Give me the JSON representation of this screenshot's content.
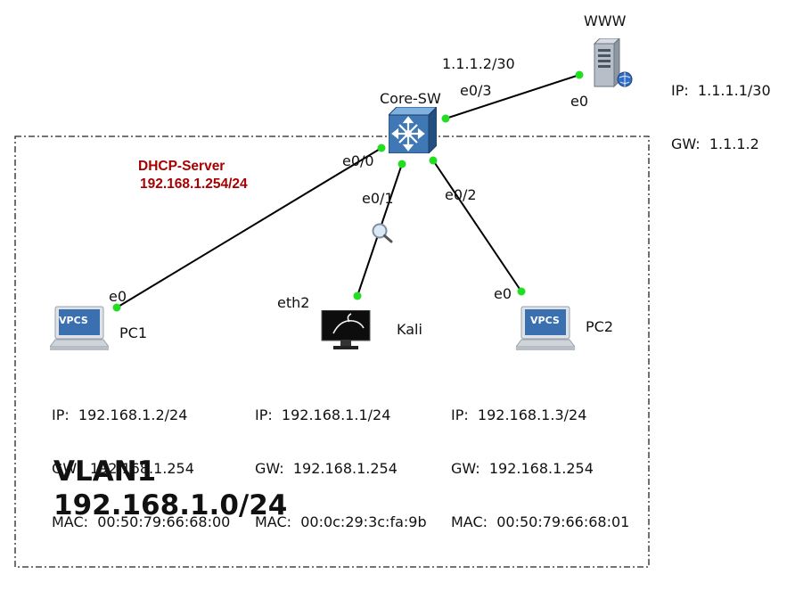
{
  "vlan": {
    "name": "VLAN1",
    "subnet": "192.168.1.0/24"
  },
  "dhcp": {
    "title": "DHCP-Server",
    "address": "192.168.1.254/24"
  },
  "core_switch": {
    "label": "Core-SW",
    "ports": {
      "e0_0": "e0/0",
      "e0_1": "e0/1",
      "e0_2": "e0/2",
      "e0_3": "e0/3"
    },
    "uplink_ip": "1.1.1.2/30"
  },
  "www": {
    "label": "WWW",
    "port": "e0",
    "ip": "IP:  1.1.1.1/30",
    "gw": "GW:  1.1.1.2"
  },
  "pc1": {
    "label": "PC1",
    "port": "e0",
    "badge": "VPCS",
    "ip": "IP:  192.168.1.2/24",
    "gw": "GW:  192.168.1.254",
    "mac": "MAC:  00:50:79:66:68:00"
  },
  "kali": {
    "label": "Kali",
    "port": "eth2",
    "ip": "IP:  192.168.1.1/24",
    "gw": "GW:  192.168.1.254",
    "mac": "MAC:  00:0c:29:3c:fa:9b"
  },
  "pc2": {
    "label": "PC2",
    "port": "e0",
    "badge": "VPCS",
    "ip": "IP:  192.168.1.3/24",
    "gw": "GW:  192.168.1.254",
    "mac": "MAC:  00:50:79:66:68:01"
  },
  "colors": {
    "link_dot": "#22dd22",
    "dhcp_text": "#a80000",
    "switch_blue": "#3f78b4",
    "vpcs_blue": "#3a6fb0"
  }
}
